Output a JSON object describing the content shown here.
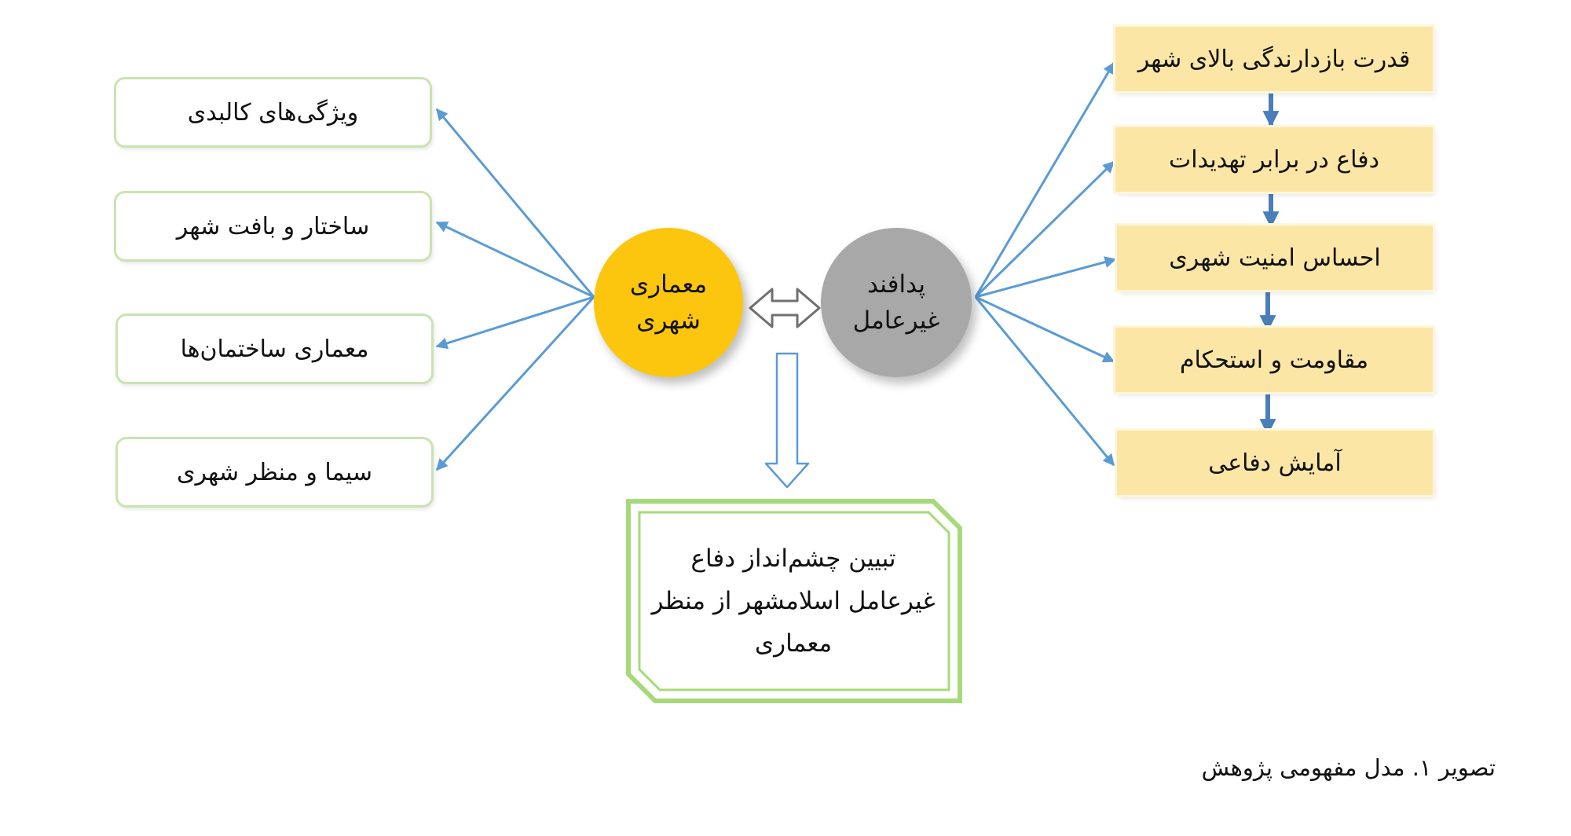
{
  "left_items": [
    "ویژگی‌های کالبدی",
    "ساختار و بافت شهر",
    "معماری ساختمان‌ها",
    "سیما و منظر شهری"
  ],
  "center": {
    "urban_architecture": "معماری\nشهری",
    "passive_defense": "پدافند\nغیرعامل"
  },
  "right_items": [
    "قدرت بازدارندگی بالای شهر",
    "دفاع در برابر تهدیدات",
    "احساس امنیت شهری",
    "مقاومت و استحکام",
    "آمایش دفاعی"
  ],
  "result": "تبیین چشم‌انداز دفاع\nغیرعامل اسلامشهر از منظر\nمعماری",
  "caption": "تصویر ۱. مدل مفهومی پژوهش",
  "colors": {
    "urban_circle": "#fcc60e",
    "defense_circle": "#a8a8a8",
    "right_box_fill": "#fce6a6",
    "left_box_border": "#c9e4b0",
    "arrow_blue": "#5b9bd5",
    "result_frame": "#a6d97a"
  }
}
